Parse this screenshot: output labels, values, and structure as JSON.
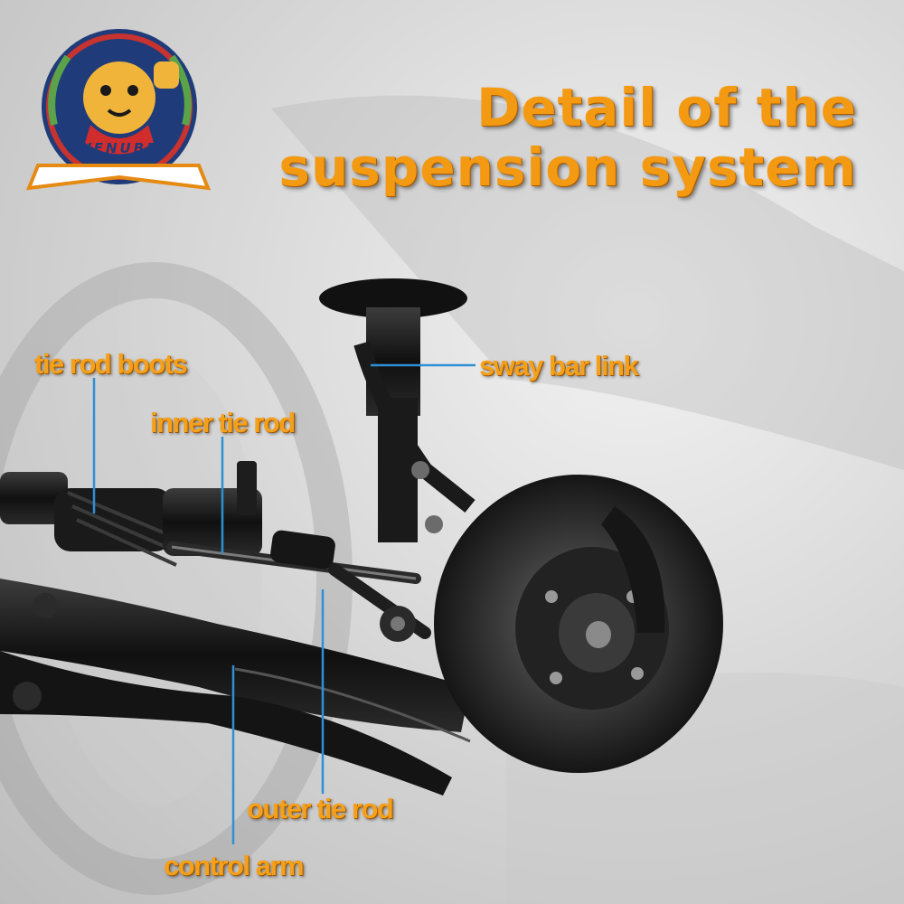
{
  "brand": {
    "name": "SVENUBEE"
  },
  "title": {
    "line1": "Detail of the",
    "line2": "suspension system"
  },
  "labels": {
    "tie_rod_boots": "tie rod boots",
    "inner_tie_rod": "inner tie rod",
    "sway_bar_link": "sway bar link",
    "outer_tie_rod": "outer  tie rod",
    "control_arm": "control arm"
  },
  "colors": {
    "label": "#f5a01a",
    "leader": "#2f8fd6",
    "title": "#f39a12"
  }
}
